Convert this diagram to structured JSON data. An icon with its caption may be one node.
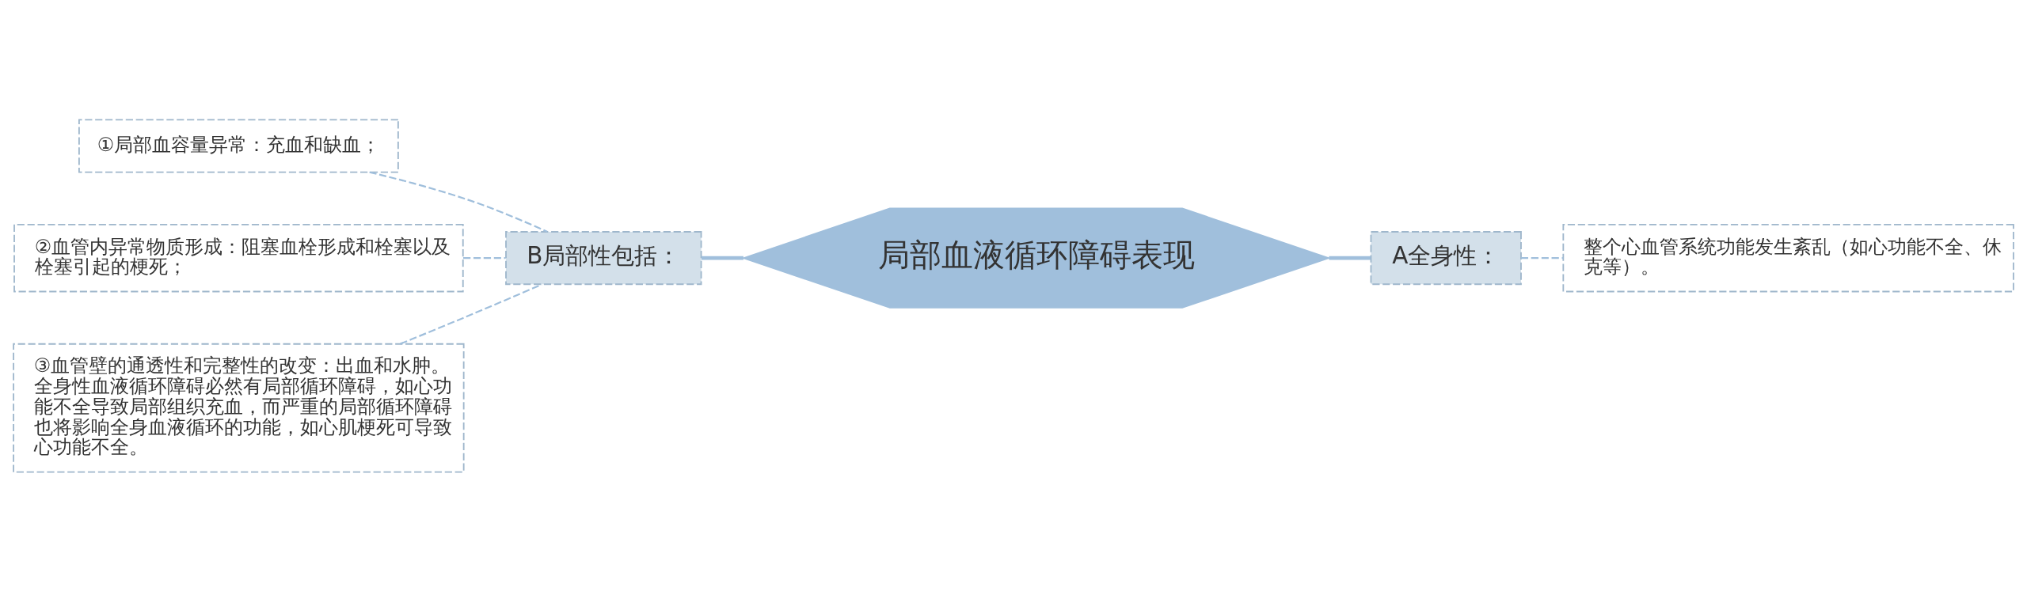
{
  "diagram": {
    "nodes": [
      {
        "text": [
          "局部血液循环障碍表现"
        ]
      },
      {
        "text": [
          "B局部性包括："
        ]
      },
      {
        "text": [
          "①局部血容量异常：充血和缺血；"
        ]
      },
      {
        "text": [
          "②血管内异常物质形成：阻塞血栓形成和栓塞以及栓塞引起的梗死；"
        ]
      },
      {
        "text": [
          "③血管壁的通透性和完整性的改变：出血和水肿。全身性血液循环障碍必然有局部循环障碍，如心功能不全导致局部组织充血，而严重的局部循环障碍也将影响全身血液循环的功能，如心肌梗死可导致心功能不全。"
        ]
      },
      {
        "text": [
          "A全身性："
        ]
      },
      {
        "text": [
          "整个心血管系统功能发生紊乱（如心功能不全、休克等）。"
        ]
      }
    ],
    "edges": [
      {
        "from": 0,
        "to": 1,
        "arrow": "none"
      },
      {
        "from": 1,
        "to": 2,
        "arrow": "none",
        "style": "dashed"
      },
      {
        "from": 1,
        "to": 3,
        "arrow": "none",
        "style": "dashed"
      },
      {
        "from": 1,
        "to": 4,
        "arrow": "none",
        "style": "dashed"
      },
      {
        "from": 0,
        "to": 5,
        "arrow": "none"
      },
      {
        "from": 5,
        "to": 6,
        "arrow": "none",
        "style": "dashed"
      }
    ]
  }
}
